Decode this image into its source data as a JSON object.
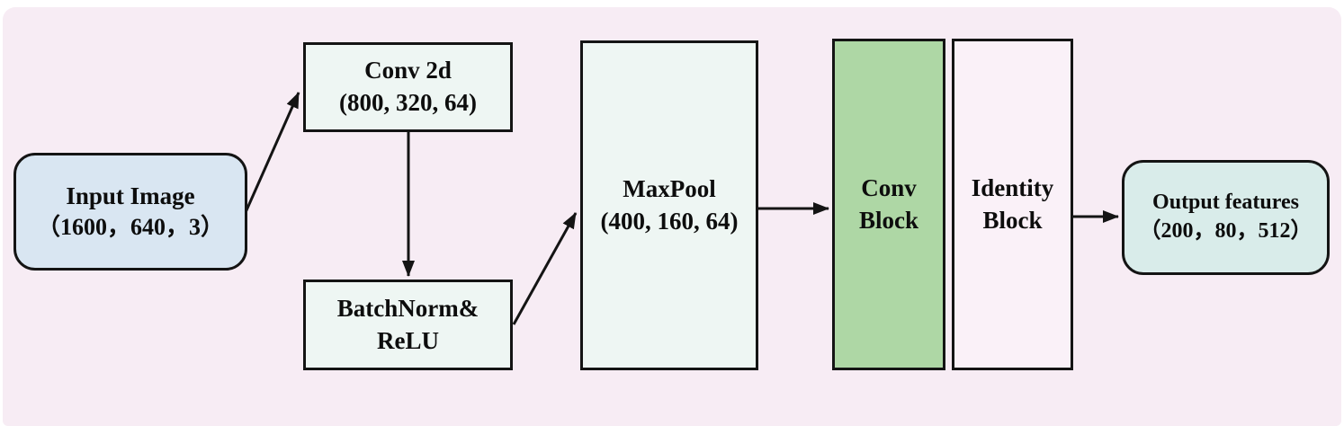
{
  "diagram": {
    "description": "CNN backbone flow diagram",
    "colors": {
      "background": "#f7ecf4",
      "input_fill": "#d9e6f2",
      "process_fill": "#eef6f3",
      "conv_block_fill": "#aed7a5",
      "identity_block_fill": "#faf1f8",
      "output_fill": "#d9ecea",
      "border": "#141414"
    },
    "nodes": {
      "input": {
        "line1": "Input Image",
        "line2": "（1600，640，3）"
      },
      "conv2d": {
        "line1": "Conv 2d",
        "line2": "(800, 320, 64)"
      },
      "batchnorm": {
        "line1": "BatchNorm&",
        "line2": "ReLU"
      },
      "maxpool": {
        "line1": "MaxPool",
        "line2": "(400, 160, 64)"
      },
      "conv_block": {
        "line1": "Conv",
        "line2": "Block"
      },
      "identity_block": {
        "line1": "Identity",
        "line2": "Block"
      },
      "output": {
        "line1": "Output features",
        "line2": "（200，80，512）"
      }
    },
    "connections": [
      {
        "from": "input",
        "to": "conv2d"
      },
      {
        "from": "conv2d",
        "to": "batchnorm"
      },
      {
        "from": "batchnorm",
        "to": "maxpool"
      },
      {
        "from": "maxpool",
        "to": "conv_block"
      },
      {
        "from": "identity_block",
        "to": "output"
      }
    ]
  }
}
